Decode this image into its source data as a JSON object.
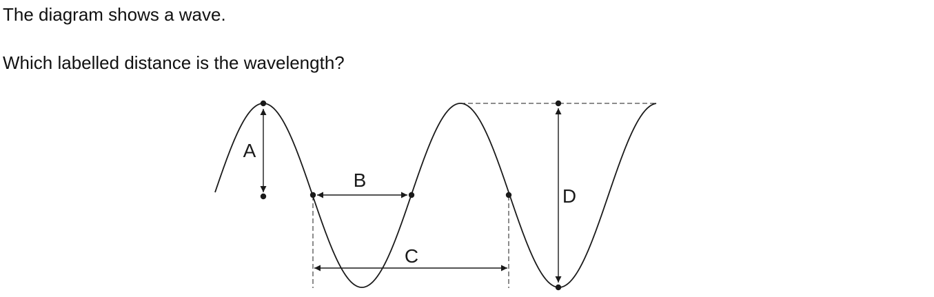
{
  "question": {
    "intro": "The diagram shows a wave.",
    "prompt": "Which labelled distance is the wavelength?"
  },
  "diagram": {
    "labels": {
      "a": "A",
      "b": "B",
      "c": "C",
      "d": "D"
    },
    "colors": {
      "ink": "#1a1a1a"
    }
  }
}
